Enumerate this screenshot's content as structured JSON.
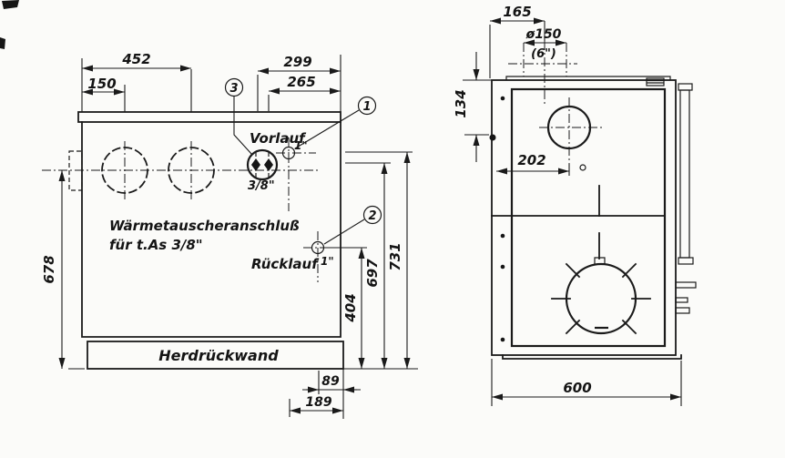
{
  "meta": {
    "background": "#fbfbf9",
    "ink": "#1a1a1a",
    "drawing_type": "stove rear-wall and side technical drawing"
  },
  "rear_view": {
    "dims": {
      "top_outer": "452",
      "top_inner": "150",
      "top_right_outer": "299",
      "top_right_inner": "265",
      "left_height": "678",
      "h_vorlauf": "731",
      "h_connection": "697",
      "h_ruecklauf": "404",
      "bottom_inner": "89",
      "bottom_outer": "189"
    },
    "labels": {
      "vorlauf": "Vorlauf",
      "vorlauf_size": "1\"",
      "ruecklauf": "Rücklauf",
      "ruecklauf_size": "1\"",
      "connection_size": "3/8\"",
      "note1": "Wärmetauscheranschluß",
      "note2": "für t.As 3/8\"",
      "rear_wall": "Herdrückwand"
    },
    "callouts": {
      "c1": "1",
      "c2": "2",
      "c3": "3"
    }
  },
  "side_view": {
    "dims": {
      "flue_offset": "165",
      "flue_dia": "ø150",
      "flue_dia_inch": "(6\")",
      "hinge_height": "134",
      "hole_offset": "202",
      "depth": "600"
    }
  }
}
